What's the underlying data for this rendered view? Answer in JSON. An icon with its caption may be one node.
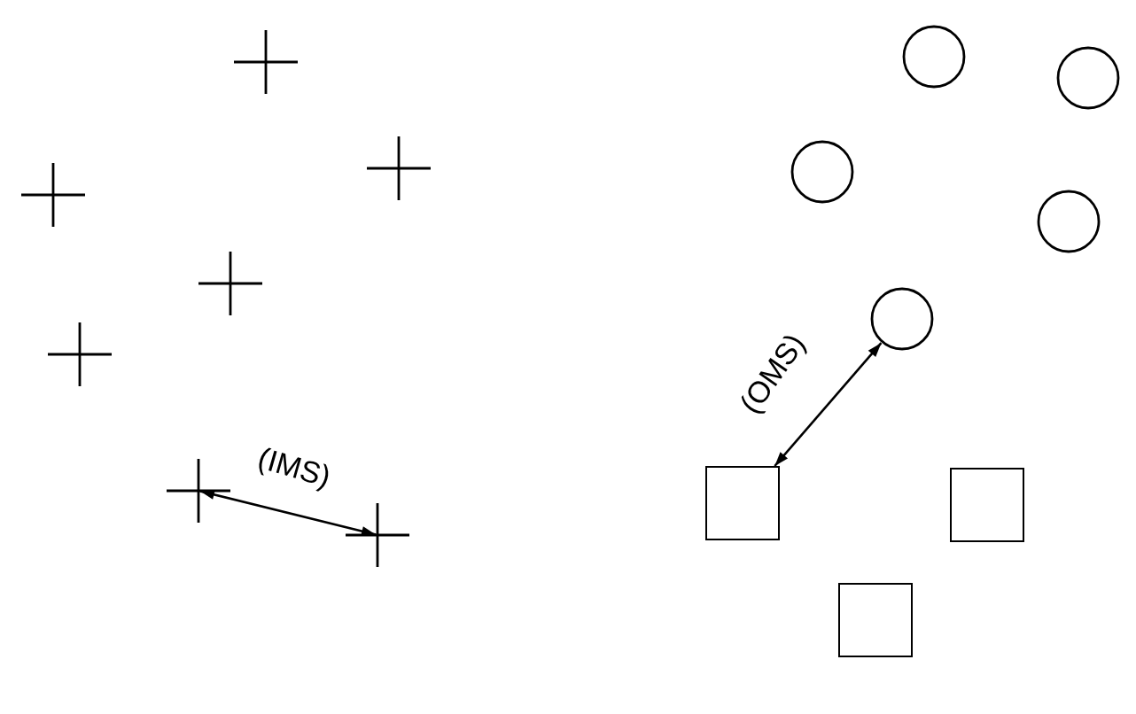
{
  "diagram": {
    "nodes": [
      {
        "text": [],
        "shape": "cross"
      },
      {
        "text": [],
        "shape": "cross"
      },
      {
        "text": [],
        "shape": "cross"
      },
      {
        "text": [],
        "shape": "cross"
      },
      {
        "text": [],
        "shape": "cross"
      },
      {
        "text": [],
        "shape": "cross"
      },
      {
        "text": [],
        "shape": "cross"
      },
      {
        "text": [],
        "shape": "circle"
      },
      {
        "text": [],
        "shape": "circle"
      },
      {
        "text": [],
        "shape": "circle"
      },
      {
        "text": [],
        "shape": "circle"
      },
      {
        "text": [],
        "shape": "circle"
      },
      {
        "text": [],
        "shape": "box"
      },
      {
        "text": [],
        "shape": "box"
      },
      {
        "text": [],
        "shape": "box"
      }
    ],
    "edges": [
      {
        "from": 5,
        "to": 6,
        "arrow": "both",
        "label": "(IMS)"
      },
      {
        "from": 11,
        "to": 12,
        "arrow": "both",
        "label": "(OMS)"
      }
    ]
  }
}
